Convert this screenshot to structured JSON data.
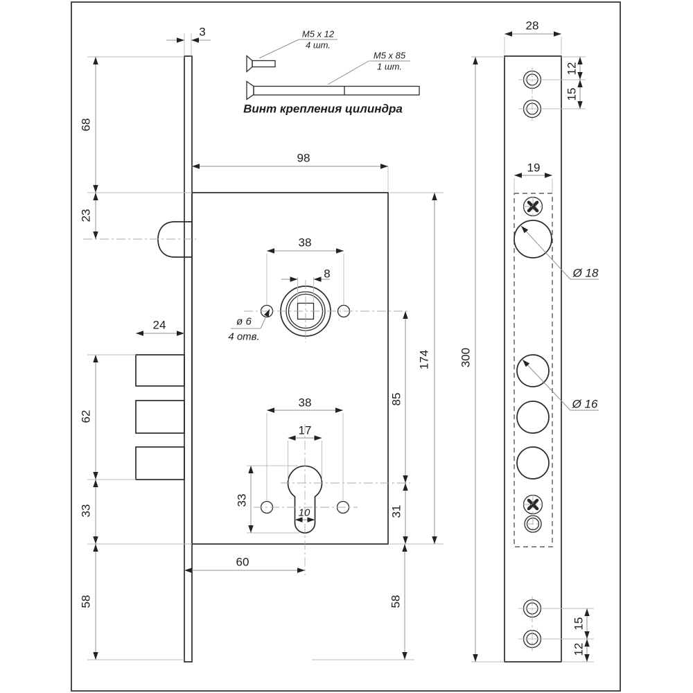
{
  "colors": {
    "background": "#ffffff",
    "object_line": "#2a2a2a",
    "dimension_line": "#8f8f8f"
  },
  "diagram": {
    "caption": "Винт крепления цилиндра",
    "screw_small": {
      "label": "M5 x 12",
      "qty": "4 шт."
    },
    "screw_long": {
      "label": "M5 x 85",
      "qty": "1 шт."
    },
    "side_view": {
      "plate_thickness": "3",
      "top_to_body": "68",
      "body_to_latch": "23",
      "bolt_throw": "24",
      "bolt_group_height": "62",
      "bolt_to_bottom": "33",
      "bottom_left": "58",
      "body_width": "98",
      "handle_span": "38",
      "square_size": "8",
      "hole_dia": "ø 6",
      "hole_qty": "4 отв.",
      "body_height": "174",
      "centers": "85",
      "cylinder_span": "38",
      "cylinder_width": "17",
      "keyhole_height": "33",
      "slot_width": "10",
      "cylinder_to_bottom": "31",
      "backset": "60",
      "bottom_right": "58"
    },
    "front_view": {
      "plate_width": "28",
      "top_offset": "12",
      "top_spacing": "15",
      "cutout_width": "19",
      "latch_hole": "Ø 18",
      "bolt_hole": "Ø 16",
      "plate_height": "300",
      "bottom_spacing": "15",
      "bottom_offset": "12"
    }
  }
}
